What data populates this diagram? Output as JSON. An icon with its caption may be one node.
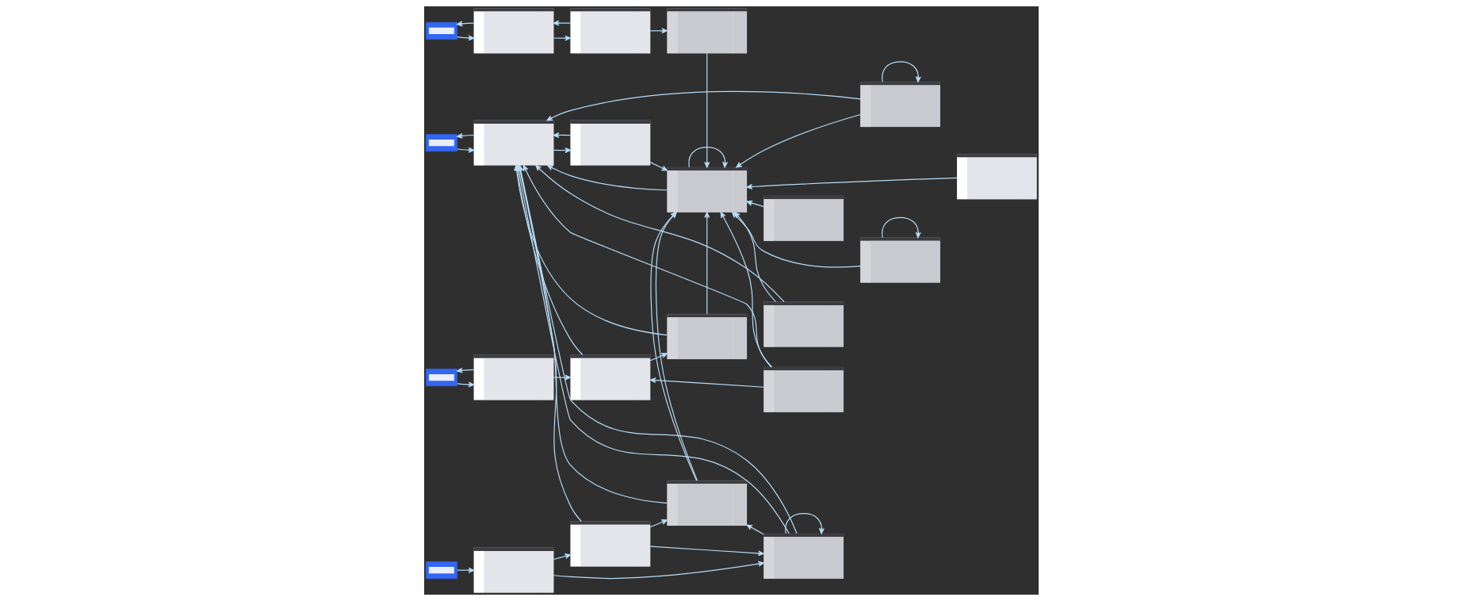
{
  "diagram": {
    "nodes": [
      {
        "text": [],
        "shape": "box"
      },
      {
        "text": [],
        "shape": "picture"
      },
      {
        "text": [],
        "shape": "picture"
      },
      {
        "text": [],
        "shape": "picture"
      },
      {
        "text": [],
        "shape": "picture"
      },
      {
        "text": [],
        "shape": "picture"
      },
      {
        "text": [],
        "shape": "picture"
      },
      {
        "text": [],
        "shape": "box"
      },
      {
        "text": [],
        "shape": "picture"
      },
      {
        "text": [],
        "shape": "picture"
      },
      {
        "text": [],
        "shape": "picture"
      },
      {
        "text": [],
        "shape": "picture"
      },
      {
        "text": [],
        "shape": "picture"
      },
      {
        "text": [],
        "shape": "box"
      },
      {
        "text": [],
        "shape": "picture"
      },
      {
        "text": [],
        "shape": "picture"
      },
      {
        "text": [],
        "shape": "picture"
      },
      {
        "text": [],
        "shape": "picture"
      },
      {
        "text": [],
        "shape": "box"
      },
      {
        "text": [],
        "shape": "picture"
      },
      {
        "text": [],
        "shape": "picture"
      },
      {
        "text": [],
        "shape": "picture"
      },
      {
        "text": [],
        "shape": "picture"
      }
    ],
    "edges": [
      {
        "from": 0,
        "to": 1,
        "arrow": "to"
      },
      {
        "from": 1,
        "to": 0,
        "arrow": "to"
      },
      {
        "from": 1,
        "to": 2,
        "arrow": "to"
      },
      {
        "from": 2,
        "to": 1,
        "arrow": "to"
      },
      {
        "from": 2,
        "to": 3,
        "arrow": "to"
      },
      {
        "from": 3,
        "to": 10,
        "arrow": "to"
      },
      {
        "from": 4,
        "to": 10,
        "arrow": "to"
      },
      {
        "from": 5,
        "to": 10,
        "arrow": "to"
      },
      {
        "from": 5,
        "to": 5,
        "arrow": "to"
      },
      {
        "from": 6,
        "to": 10,
        "arrow": "to"
      },
      {
        "from": 7,
        "to": 8,
        "arrow": "to"
      },
      {
        "from": 8,
        "to": 7,
        "arrow": "to"
      },
      {
        "from": 8,
        "to": 9,
        "arrow": "to"
      },
      {
        "from": 9,
        "to": 8,
        "arrow": "to"
      },
      {
        "from": 9,
        "to": 10,
        "arrow": "to"
      },
      {
        "from": 10,
        "to": 8,
        "arrow": "to"
      },
      {
        "from": 10,
        "to": 10,
        "arrow": "to"
      },
      {
        "from": 11,
        "to": 8,
        "arrow": "to"
      },
      {
        "from": 11,
        "to": 10,
        "arrow": "to"
      },
      {
        "from": 12,
        "to": 8,
        "arrow": "to"
      },
      {
        "from": 12,
        "to": 10,
        "arrow": "to"
      },
      {
        "from": 12,
        "to": 12,
        "arrow": "to"
      },
      {
        "from": 13,
        "to": 14,
        "arrow": "to"
      },
      {
        "from": 14,
        "to": 13,
        "arrow": "to"
      },
      {
        "from": 14,
        "to": 15,
        "arrow": "to"
      },
      {
        "from": 15,
        "to": 8,
        "arrow": "to"
      },
      {
        "from": 15,
        "to": 16,
        "arrow": "to"
      },
      {
        "from": 16,
        "to": 8,
        "arrow": "to"
      },
      {
        "from": 16,
        "to": 10,
        "arrow": "to"
      },
      {
        "from": 17,
        "to": 8,
        "arrow": "to"
      },
      {
        "from": 17,
        "to": 15,
        "arrow": "to"
      },
      {
        "from": 17,
        "to": 10,
        "arrow": "to"
      },
      {
        "from": 18,
        "to": 19,
        "arrow": "to"
      },
      {
        "from": 19,
        "to": 20,
        "arrow": "to"
      },
      {
        "from": 19,
        "to": 22,
        "arrow": "to"
      },
      {
        "from": 20,
        "to": 8,
        "arrow": "to"
      },
      {
        "from": 20,
        "to": 21,
        "arrow": "to"
      },
      {
        "from": 20,
        "to": 22,
        "arrow": "to"
      },
      {
        "from": 21,
        "to": 8,
        "arrow": "to"
      },
      {
        "from": 21,
        "to": 10,
        "arrow": "to"
      },
      {
        "from": 21,
        "to": 10,
        "arrow": "to"
      },
      {
        "from": 22,
        "to": 8,
        "arrow": "to"
      },
      {
        "from": 22,
        "to": 8,
        "arrow": "to"
      },
      {
        "from": 22,
        "to": 21,
        "arrow": "to"
      },
      {
        "from": 22,
        "to": 22,
        "arrow": "to"
      }
    ]
  }
}
